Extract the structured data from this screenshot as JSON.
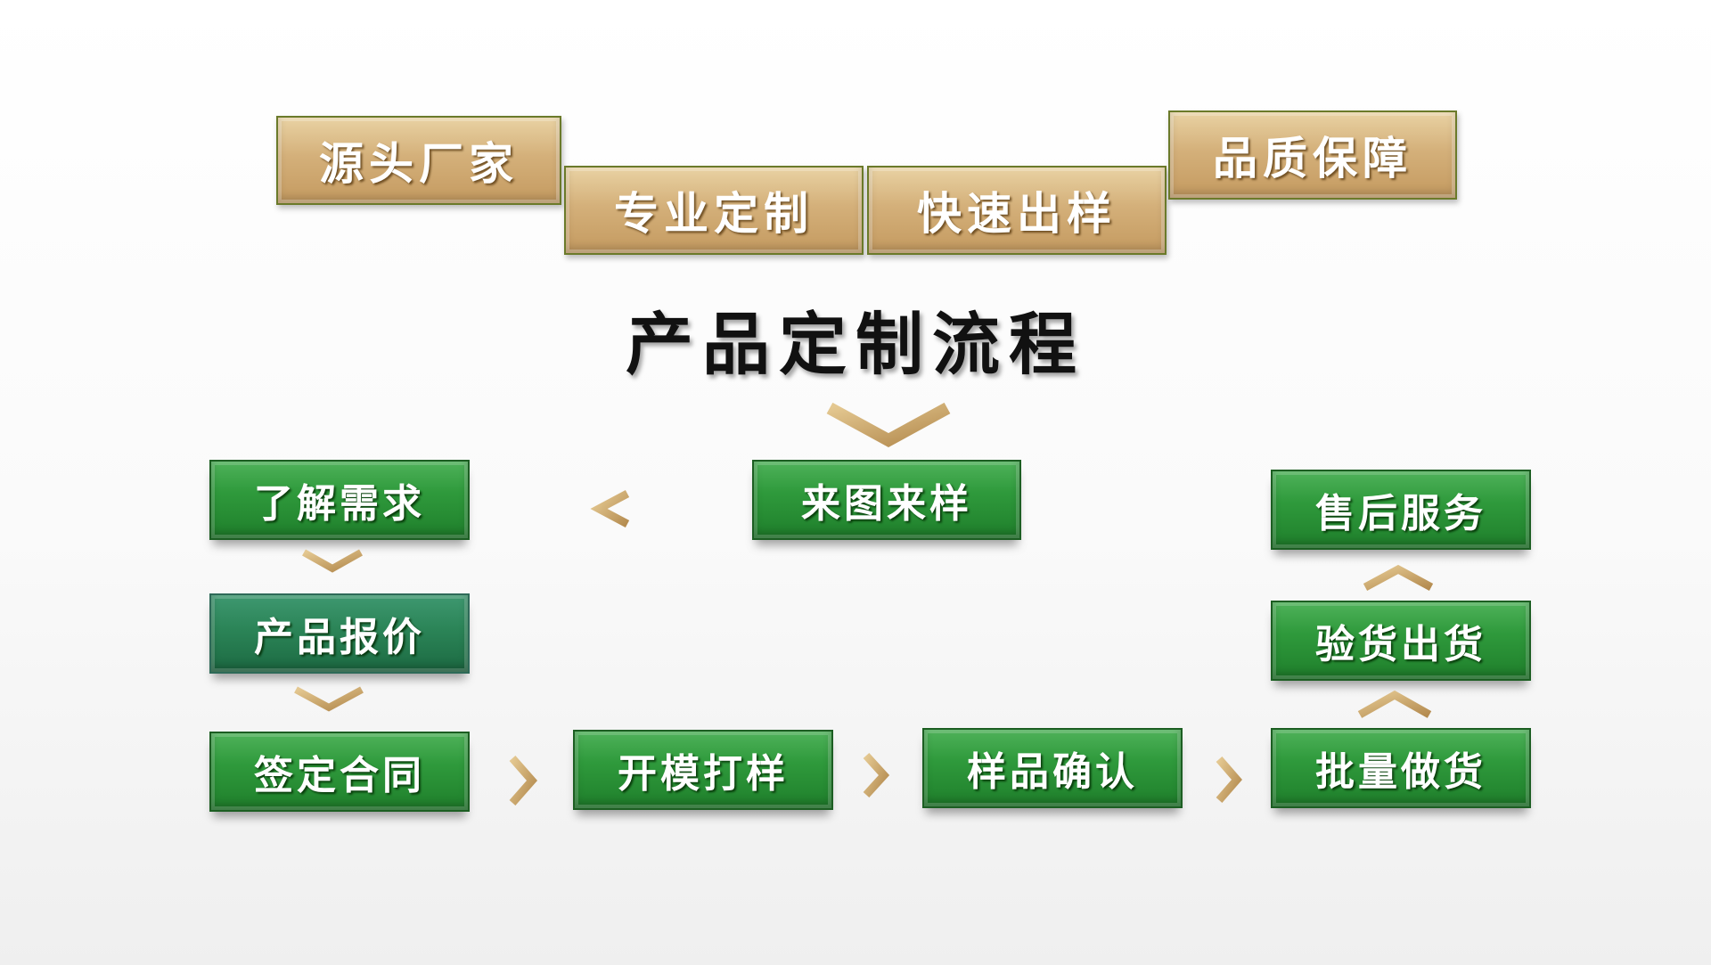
{
  "features": [
    "源头厂家",
    "专业定制",
    "快速出样",
    "品质保障"
  ],
  "title": "产品定制流程",
  "steps": {
    "understand": "了解需求",
    "quote": "产品报价",
    "contract": "签定合同",
    "drawing": "来图来样",
    "mold": "开模打样",
    "confirm": "样品确认",
    "mass": "批量做货",
    "inspect": "验货出货",
    "aftersale": "售后服务"
  },
  "colors": {
    "feature_fill": "#d4b07a",
    "step_green": "#2f9a3c",
    "arrow_tan": "#c9a66b"
  },
  "icons": {
    "arrow": "chevron-icon"
  }
}
